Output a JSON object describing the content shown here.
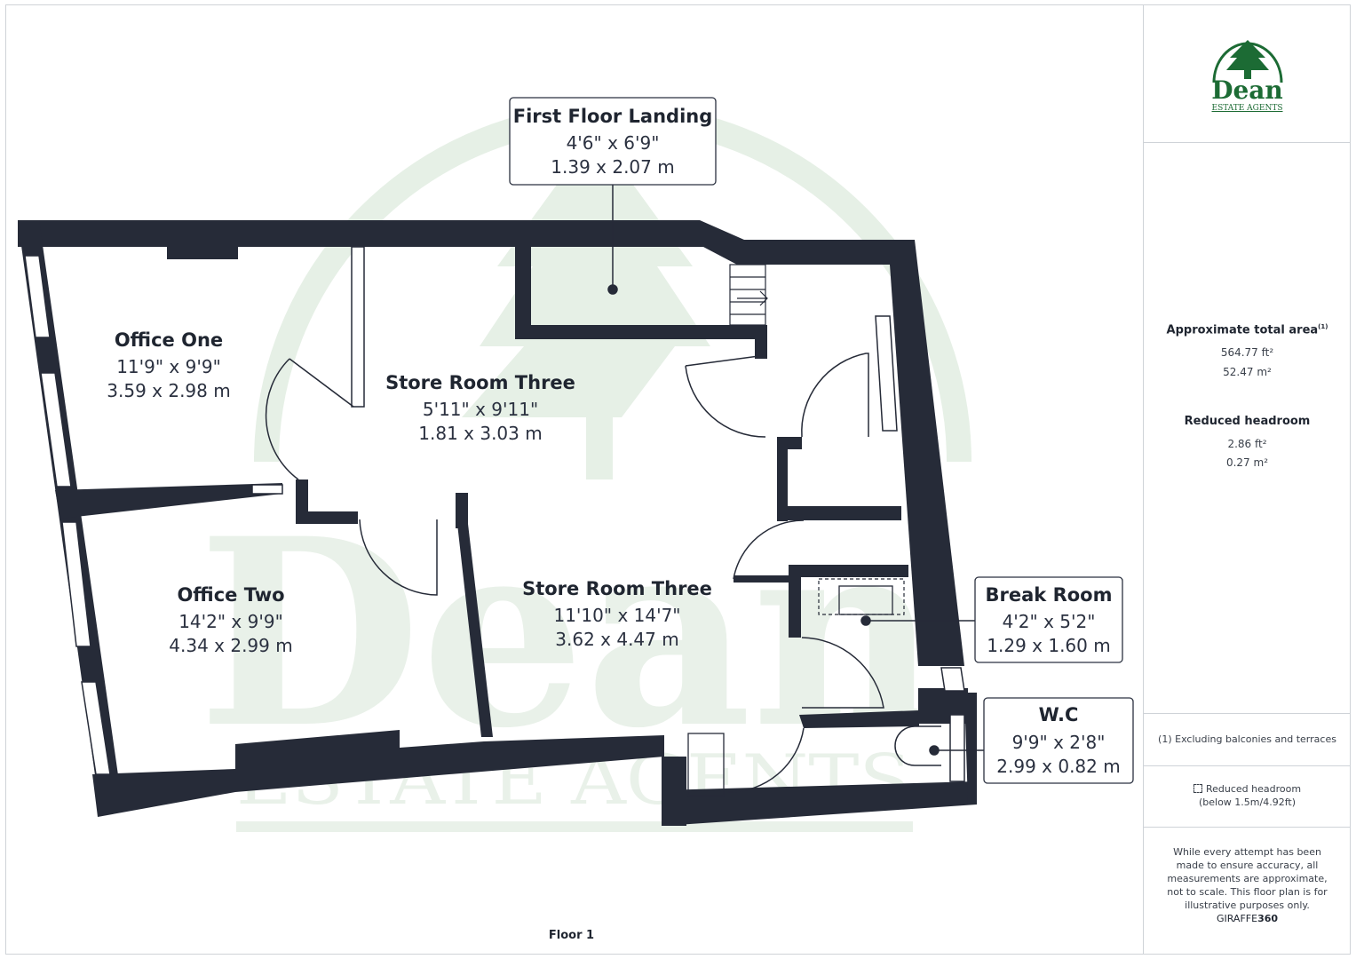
{
  "floor_label": "Floor 1",
  "watermark": {
    "word": "Dean",
    "sub": "ESTATE AGENTS"
  },
  "logo": {
    "icon": "tree-icon",
    "name": "Dean",
    "sub": "ESTATE AGENTS",
    "color": "#1c6b34"
  },
  "rooms": [
    {
      "id": "office-one",
      "name": "Office One",
      "imperial": "11'9\" x 9'9\"",
      "metric": "3.59 x 2.98 m"
    },
    {
      "id": "store-room-upper",
      "name": "Store Room Three",
      "imperial": "5'11\" x 9'11\"",
      "metric": "1.81 x 3.03 m"
    },
    {
      "id": "first-floor-landing",
      "name": "First Floor Landing",
      "imperial": "4'6\" x 6'9\"",
      "metric": "1.39 x 2.07 m"
    },
    {
      "id": "office-two",
      "name": "Office Two",
      "imperial": "14'2\" x 9'9\"",
      "metric": "4.34 x 2.99 m"
    },
    {
      "id": "store-room-lower",
      "name": "Store Room Three",
      "imperial": "11'10\" x 14'7\"",
      "metric": "3.62 x 4.47 m"
    },
    {
      "id": "break-room",
      "name": "Break Room",
      "imperial": "4'2\" x 5'2\"",
      "metric": "1.29 x 1.60 m"
    },
    {
      "id": "wc",
      "name": "W.C",
      "imperial": "9'9\" x 2'8\"",
      "metric": "2.99 x 0.82 m"
    }
  ],
  "sidebar": {
    "total_area_title": "Approximate total area",
    "total_area_sup": "(1)",
    "total_area_ft": "564.77 ft²",
    "total_area_m": "52.47 m²",
    "headroom_title": "Reduced headroom",
    "headroom_ft": "2.86 ft²",
    "headroom_m": "0.27 m²",
    "footnote": "(1) Excluding balconies and terraces",
    "headroom_legend_1": "Reduced headroom",
    "headroom_legend_2": "(below 1.5m/4.92ft)",
    "disclaimer": "While every attempt has been made to ensure accuracy, all measurements are approximate, not to scale. This floor plan is for illustrative purposes only.",
    "brand_light": "GIRAFFE",
    "brand_bold": "360"
  },
  "colors": {
    "wall": "#262b38",
    "watermark": "#e4efe4",
    "label_border": "#2b3140"
  }
}
